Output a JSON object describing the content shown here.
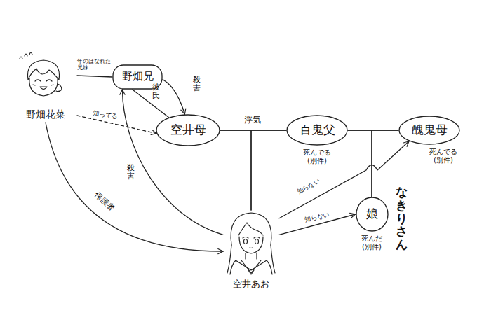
{
  "diagram": {
    "nodes": [
      {
        "text": [
          "野畑花菜"
        ]
      },
      {
        "text": [
          "野畑兄"
        ]
      },
      {
        "text": [
          "空井母"
        ]
      },
      {
        "text": [
          "百鬼父",
          "死んでる (別件)"
        ]
      },
      {
        "text": [
          "醜鬼母",
          "死んでる (別件)"
        ]
      },
      {
        "text": [
          "娘",
          "死んだ (別件)"
        ]
      },
      {
        "text": [
          "空井あお"
        ]
      }
    ],
    "edges": [
      {
        "from": 0,
        "to": 1,
        "label": "年のはなれた 兄妹",
        "arrow": "none"
      },
      {
        "from": 1,
        "to": 2,
        "label": "彼氏",
        "arrow": "none"
      },
      {
        "from": 1,
        "to": 2,
        "label": "殺害",
        "arrow": "to"
      },
      {
        "from": 2,
        "to": 3,
        "label": "浮気",
        "arrow": "none"
      },
      {
        "from": 2,
        "to": 6,
        "arrow": "none"
      },
      {
        "from": 3,
        "to": 6,
        "arrow": "none"
      },
      {
        "from": 3,
        "to": 4,
        "arrow": "none"
      },
      {
        "from": 3,
        "to": 5,
        "arrow": "none"
      },
      {
        "from": 4,
        "to": 5,
        "arrow": "none"
      },
      {
        "from": 6,
        "to": 1,
        "label": "殺害",
        "arrow": "to"
      },
      {
        "from": 0,
        "to": 2,
        "label": "知ってる",
        "arrow": "to"
      },
      {
        "from": 0,
        "to": 6,
        "label": "保護者",
        "arrow": "to"
      },
      {
        "from": 6,
        "to": 4,
        "label": "知らない",
        "arrow": "to"
      },
      {
        "from": 6,
        "to": 5,
        "label": "知らない",
        "arrow": "to"
      }
    ],
    "labels": [
      "なきりさん"
    ]
  }
}
